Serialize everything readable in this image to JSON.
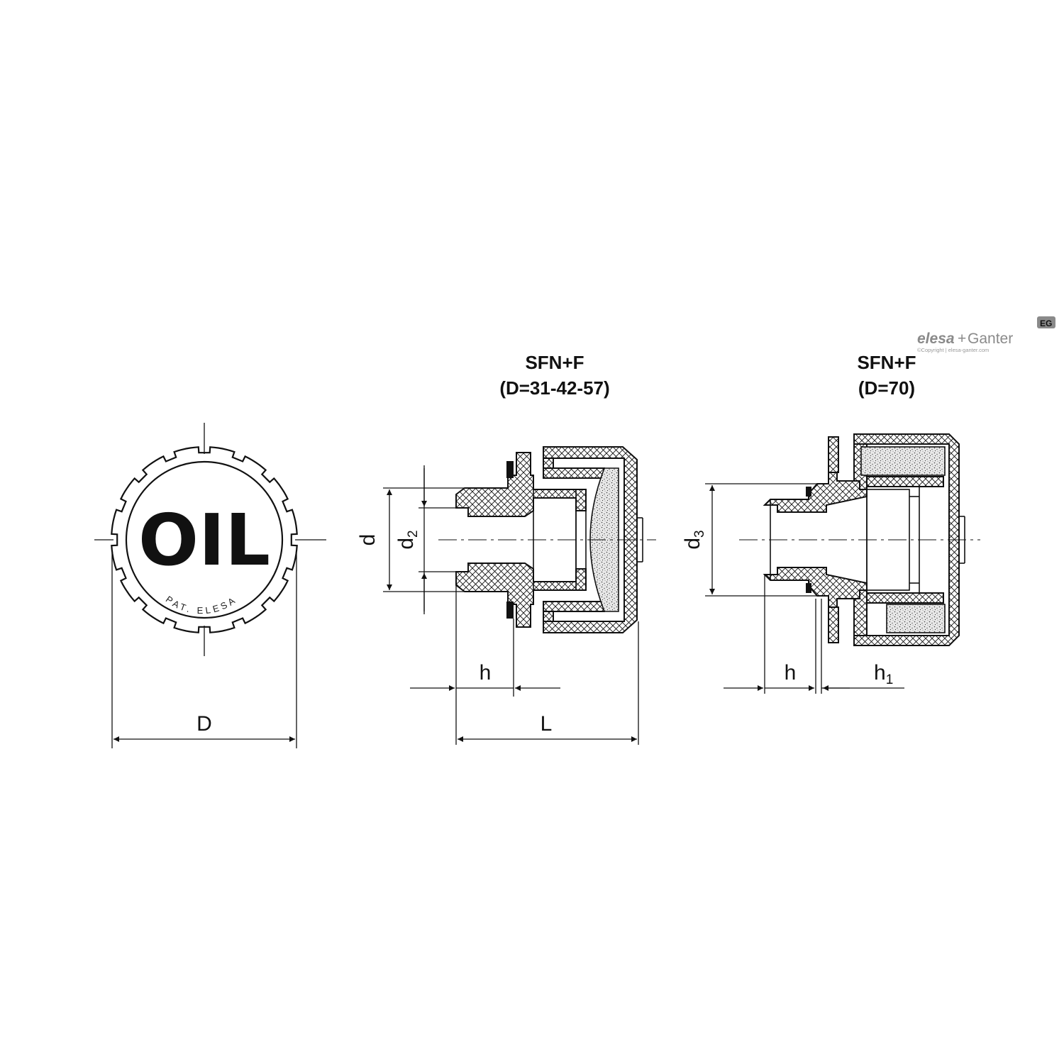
{
  "logo": {
    "brand_a": "elesa",
    "plus": "+",
    "brand_b": "Ganter",
    "badge": "EG",
    "copyright": "©Copyright | elesa-ganter.com"
  },
  "views": {
    "front": {
      "cap_text": "OIL",
      "ring_text": "PAT. ELESA",
      "dim_label": "D"
    },
    "section_1": {
      "title_line1": "SFN+F",
      "title_line2": "(D=31-42-57)",
      "labels": {
        "d": "d",
        "d2_main": "d",
        "d2_sub": "2",
        "h": "h",
        "L": "L"
      }
    },
    "section_2": {
      "title_line1": "SFN+F",
      "title_line2": "(D=70)",
      "labels": {
        "d3_main": "d",
        "d3_sub": "3",
        "h": "h",
        "h1_main": "h",
        "h1_sub": "1"
      }
    }
  },
  "colors": {
    "line": "#111111",
    "filter": "#bbbbbb",
    "logo": "#8a8a8a"
  }
}
